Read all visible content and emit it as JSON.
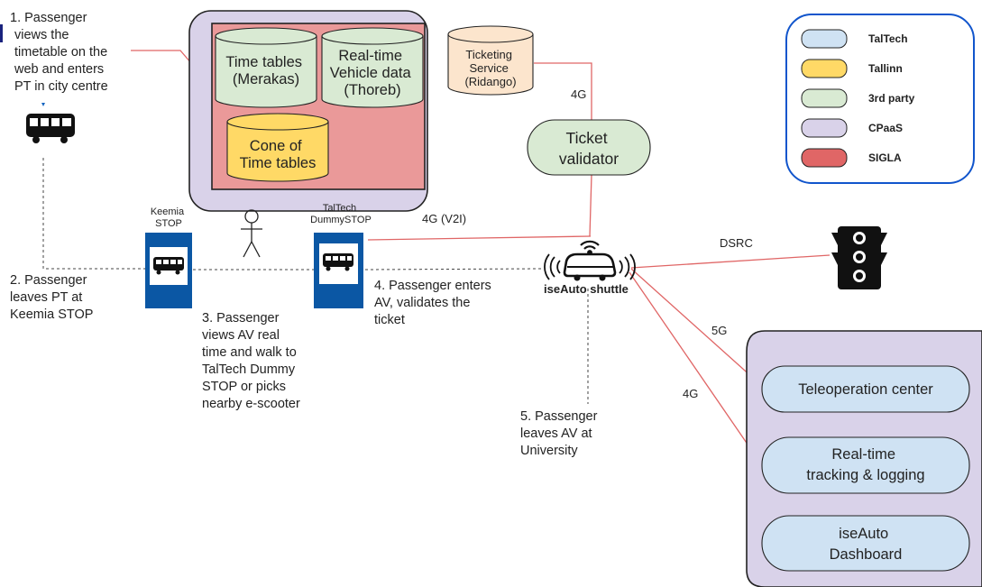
{
  "steps": {
    "s1": [
      "1. Passenger",
      "views the",
      "timetable on the",
      "web and enters",
      "PT in city centre"
    ],
    "s2": [
      "2. Passenger",
      "leaves PT at",
      "Keemia STOP"
    ],
    "s3": [
      "3. Passenger",
      "views AV real",
      "time and walk to",
      "TalTech Dummy",
      "STOP or picks",
      "nearby e-scooter"
    ],
    "s4": [
      "4. Passenger enters",
      "AV, validates the",
      "ticket"
    ],
    "s5": [
      "5. Passenger",
      "leaves AV at",
      "University"
    ]
  },
  "databases": {
    "timetables": [
      "Time tables",
      "(Merakas)"
    ],
    "realtime": [
      "Real-time",
      "Vehicle data",
      "(Thoreb)"
    ],
    "cone": [
      "Cone of",
      "Time tables"
    ],
    "ticketing": [
      "Ticketing",
      "Service",
      "(Ridango)"
    ]
  },
  "validator": [
    "Ticket",
    "validator"
  ],
  "stops": {
    "keemia": [
      "Keemia",
      "STOP"
    ],
    "taltech": [
      "TalTech",
      "DummySTOP"
    ]
  },
  "shuttle_label": "iseAuto shuttle",
  "links": {
    "v2i": "4G (V2I)",
    "ticket_4g": "4G",
    "dsrc": "DSRC",
    "g5": "5G",
    "g4": "4G"
  },
  "cloud_nodes": {
    "teleop": [
      "Teleoperation center"
    ],
    "tracking": [
      "Real-time",
      "tracking & logging"
    ],
    "dashboard": [
      "iseAuto",
      "Dashboard"
    ]
  },
  "legend": [
    {
      "label": "TalTech",
      "color": "#cfe2f3"
    },
    {
      "label": "Tallinn",
      "color": "#ffd966"
    },
    {
      "label": "3rd party",
      "color": "#d9ead3"
    },
    {
      "label": "CPaaS",
      "color": "#d9d2e9"
    },
    {
      "label": "SIGLA",
      "color": "#e06666"
    }
  ],
  "colors": {
    "cpaas_bg": "#d9d2e9",
    "sigla_bg": "#ea9999",
    "link_red": "#e06666",
    "legend_border": "#1155cc",
    "stop_blue": "#0b57a4"
  }
}
